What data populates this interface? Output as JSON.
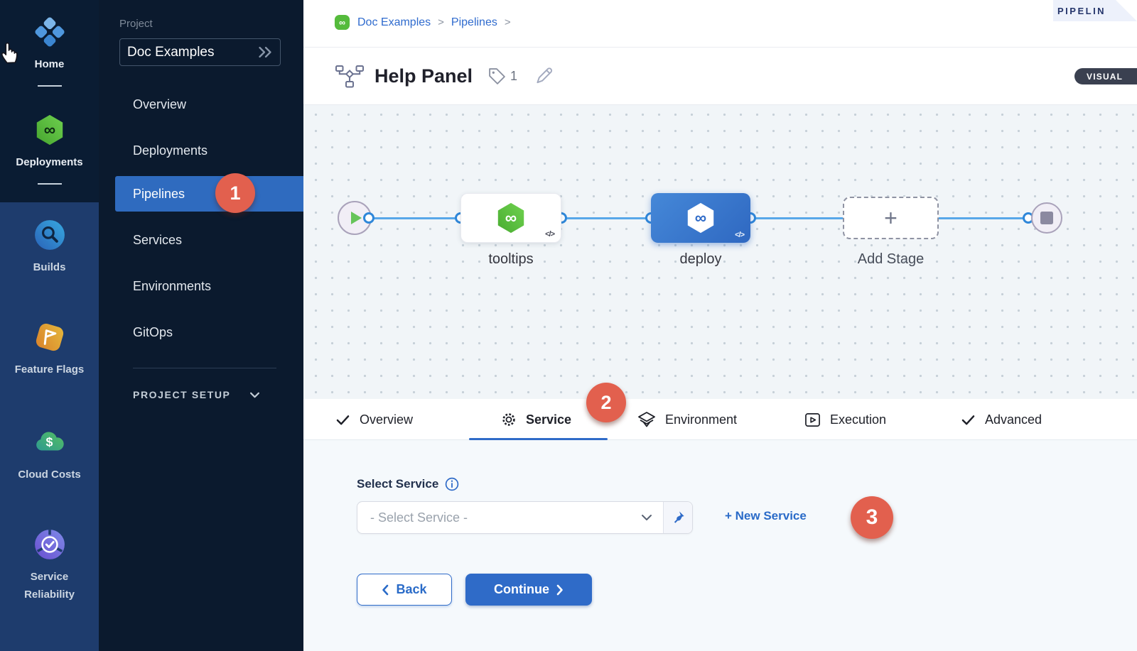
{
  "colors": {
    "accent": "#2f6bc8",
    "callout": "#e2604e",
    "rail_top_bg": "#0a1c33",
    "rail_bottom_bg": "#1e3c6d",
    "panel_bg": "#0b1a2e",
    "selected_menu_bg": "#2f6bbf",
    "harness_green": "#55bb3c"
  },
  "rail": {
    "items": [
      {
        "label": "Home",
        "icon": "home-icon"
      },
      {
        "label": "Deployments",
        "icon": "deployments-icon"
      },
      {
        "label": "Builds",
        "icon": "builds-icon"
      },
      {
        "label": "Feature Flags",
        "icon": "feature-flags-icon"
      },
      {
        "label": "Cloud Costs",
        "icon": "cloud-costs-icon"
      },
      {
        "label": "Service Reliability",
        "icon": "service-reliability-icon"
      }
    ]
  },
  "project_panel": {
    "section_label": "Project",
    "project_name": "Doc Examples",
    "menu": [
      "Overview",
      "Deployments",
      "Pipelines",
      "Services",
      "Environments",
      "GitOps"
    ],
    "selected": "Pipelines",
    "setup_label": "PROJECT SETUP"
  },
  "breadcrumb": {
    "crumb1": "Doc Examples",
    "crumb2": "Pipelines",
    "separator": ">"
  },
  "header": {
    "title": "Help Panel",
    "tag_count": "1",
    "studio_label": "PIPELIN",
    "view_toggle": "VISUAL"
  },
  "canvas": {
    "stages": [
      {
        "label": "tooltips"
      },
      {
        "label": "deploy"
      },
      {
        "label": "Add Stage"
      }
    ],
    "code_glyph": "</>",
    "plus_glyph": "+"
  },
  "tabs": {
    "items": [
      "Overview",
      "Service",
      "Environment",
      "Execution",
      "Advanced"
    ],
    "active": "Service"
  },
  "callouts": {
    "one": "1",
    "two": "2",
    "three": "3"
  },
  "form": {
    "label": "Select Service",
    "placeholder": "- Select Service -",
    "new_service_label": "+ New Service",
    "back_label": "Back",
    "continue_label": "Continue"
  }
}
